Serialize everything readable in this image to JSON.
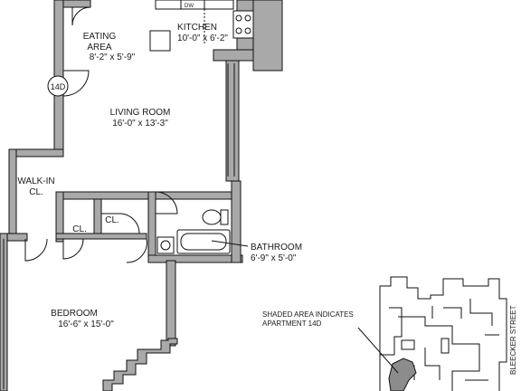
{
  "rooms": {
    "kitchen": {
      "name": "KITCHEN",
      "dims": "10'-0\" x 6'-2\""
    },
    "eating": {
      "name1": "EATING",
      "name2": "AREA",
      "dims": "8'-2\" x 5'-9\""
    },
    "living": {
      "name": "LIVING ROOM",
      "dims": "16'-0\" x 13'-3\""
    },
    "walkin": {
      "name1": "WALK-IN",
      "name2": "CL."
    },
    "closet_a": {
      "name": "CL."
    },
    "closet_b": {
      "name": "CL."
    },
    "bathroom": {
      "name": "BATHROOM",
      "dims": "6'-9\" x 5'-0\""
    },
    "bedroom": {
      "name": "BEDROOM",
      "dims": "16'-6\" x 15'-0\""
    }
  },
  "entry_tag": "14D",
  "appliance_tags": {
    "dishwasher": "DW"
  },
  "keyplan": {
    "note1": "SHADED AREA INDICATES",
    "note2": "APARTMENT 14D",
    "street": "BLEECKER STREET"
  },
  "colors": {
    "wall": "#a9a9a9",
    "line": "#111111",
    "shade": "#8c8c8c"
  }
}
